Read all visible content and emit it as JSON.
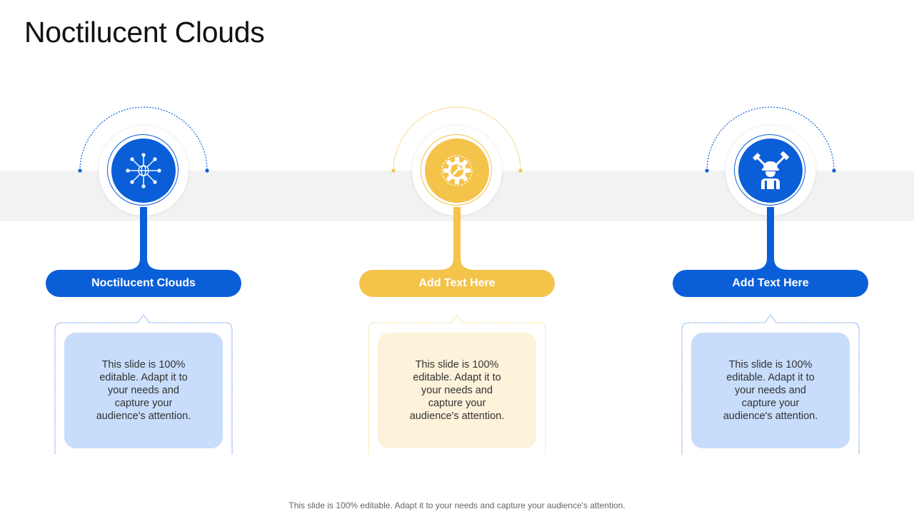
{
  "title": "Noctilucent Clouds",
  "colors": {
    "blue": "#0a5fd8",
    "yellow": "#f4c34a",
    "blue_card": "#c7ddfb",
    "yellow_card": "#fdf2da",
    "band": "#f2f2f2"
  },
  "columns": [
    {
      "label": "Noctilucent Clouds",
      "text": "This slide is 100% editable. Adapt it to your needs and capture your audience's attention.",
      "icon": "network-globe-icon",
      "color": "blue"
    },
    {
      "label": "Add Text Here",
      "text": "This slide is 100% editable. Adapt it to your needs and capture your audience's attention.",
      "icon": "gear-wrench-icon",
      "color": "yellow"
    },
    {
      "label": "Add Text Here",
      "text": "This slide is 100% editable. Adapt it to your needs and capture your audience's attention.",
      "icon": "engineer-tools-icon",
      "color": "blue"
    }
  ],
  "footer": "This slide is 100% editable. Adapt it to your needs and capture your audience's attention."
}
